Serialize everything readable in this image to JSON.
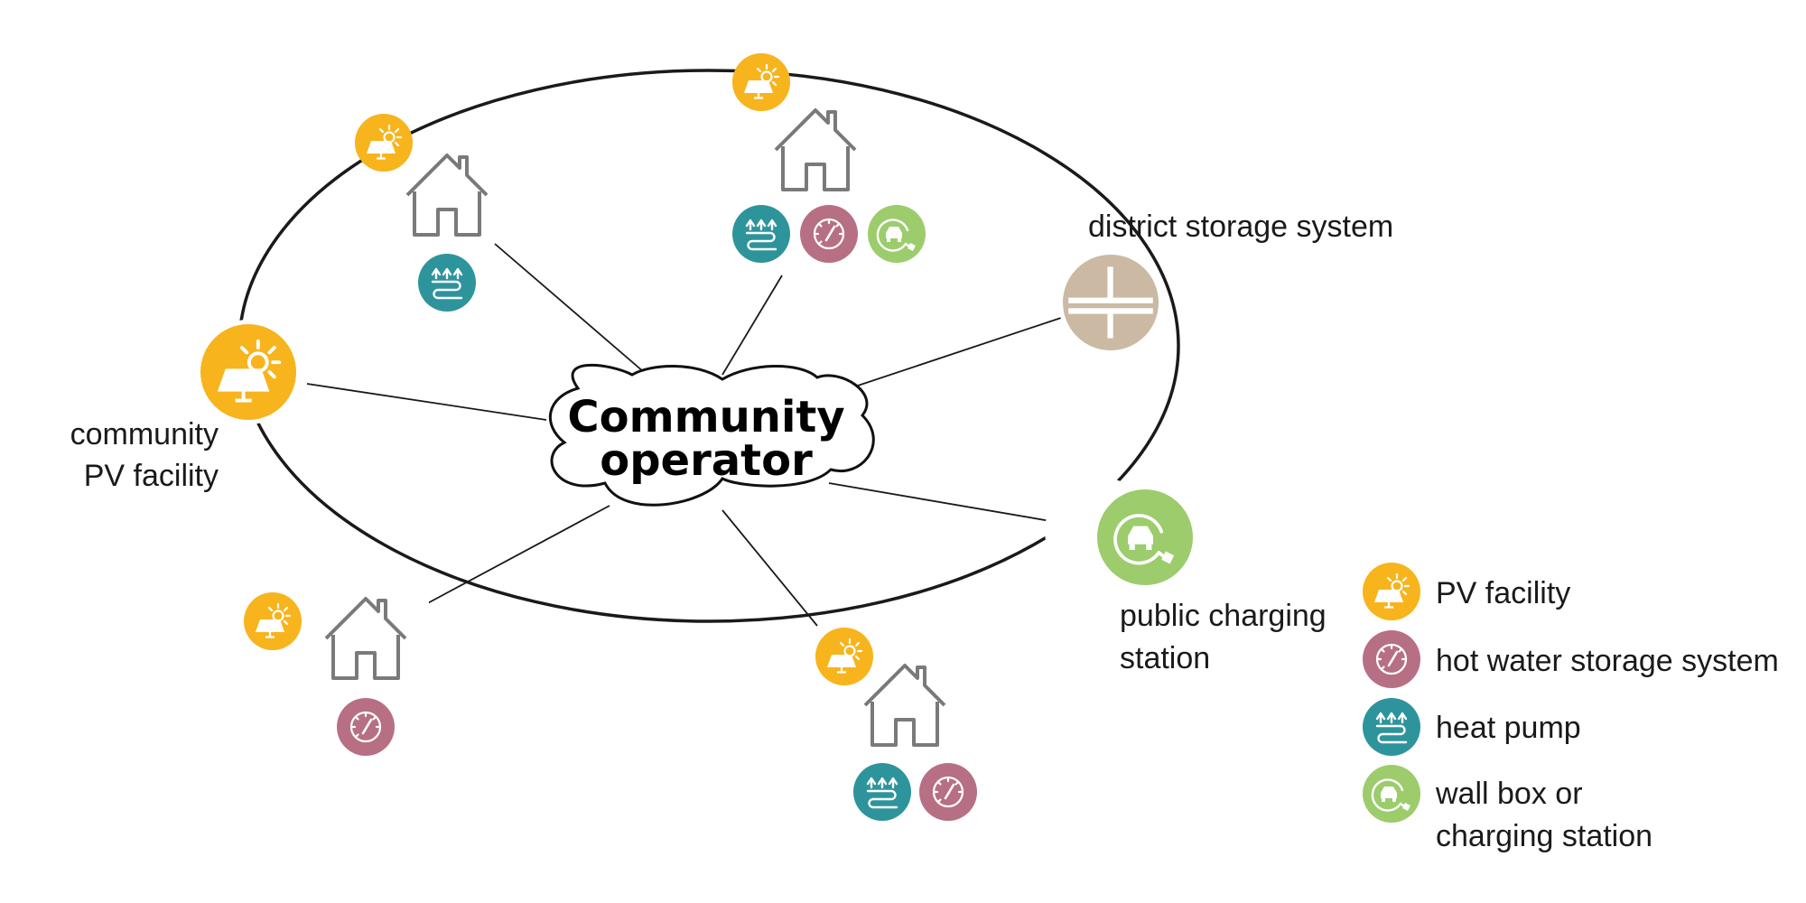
{
  "center": {
    "line1": "Community",
    "line2": "operator"
  },
  "nodes": {
    "community_pv": {
      "line1": "community",
      "line2": "PV facility"
    },
    "district_storage": {
      "label": "district storage system"
    },
    "public_charging": {
      "line1": "public charging",
      "line2": "station"
    }
  },
  "legend": {
    "pv": "PV facility",
    "hot_water": "hot water storage system",
    "heat_pump": "heat pump",
    "wallbox_line1": "wall box or",
    "wallbox_line2": "charging station"
  },
  "colors": {
    "pv": "#f7b41d",
    "hot_water": "#b76f84",
    "heat_pump": "#2e949c",
    "wallbox": "#9ccc6c",
    "storage": "#cbb9a3",
    "house": "#7a7a7a",
    "line": "#1a1a1a"
  }
}
